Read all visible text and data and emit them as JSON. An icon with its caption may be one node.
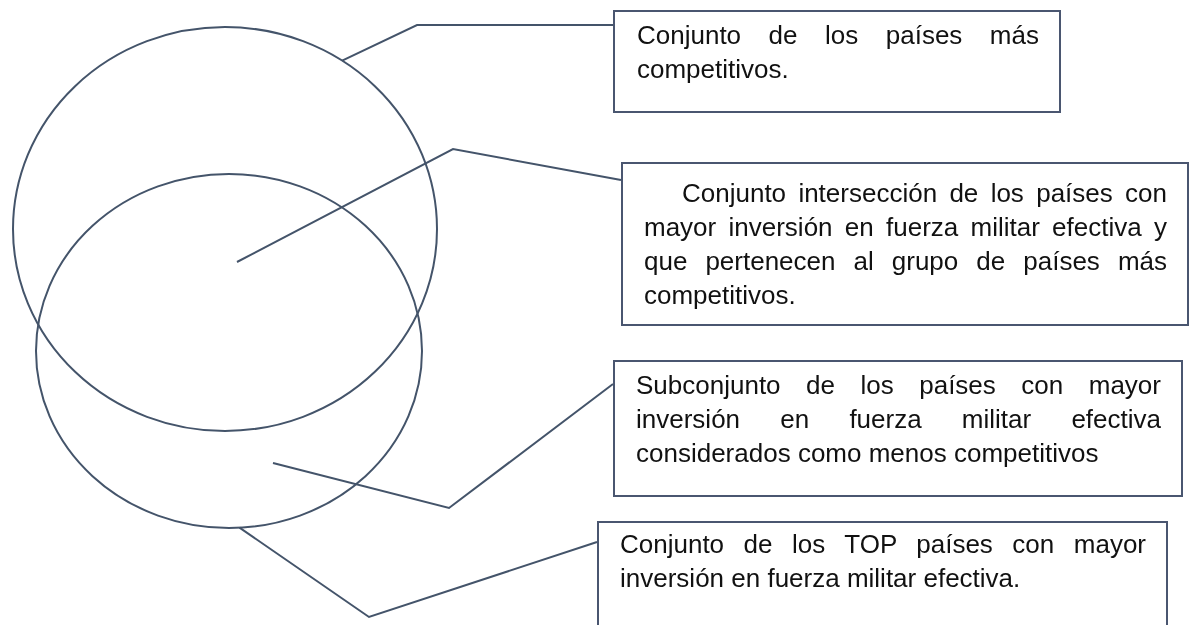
{
  "diagram": {
    "nodes": [
      {
        "text": [],
        "shape": "circle"
      },
      {
        "text": [],
        "shape": "circle"
      },
      {
        "text": [
          "Conjunto de los países más competitivos."
        ]
      },
      {
        "text": [
          "Conjunto intersección de los países con mayor inversión en fuerza militar efectiva y que pertenecen al grupo de países más competitivos."
        ]
      },
      {
        "text": [
          "Subconjunto de los países con mayor inversión en fuerza militar efectiva considerados como menos competitivos"
        ]
      },
      {
        "text": [
          "Conjunto de los TOP países con mayor inversión en fuerza militar efectiva."
        ]
      }
    ],
    "edges": [
      {
        "from": 2,
        "to": 0,
        "arrow": "none"
      },
      {
        "from": 3,
        "to": 1,
        "arrow": "none"
      },
      {
        "from": 4,
        "to": 1,
        "arrow": "none"
      },
      {
        "from": 5,
        "to": 1,
        "arrow": "none"
      }
    ]
  }
}
